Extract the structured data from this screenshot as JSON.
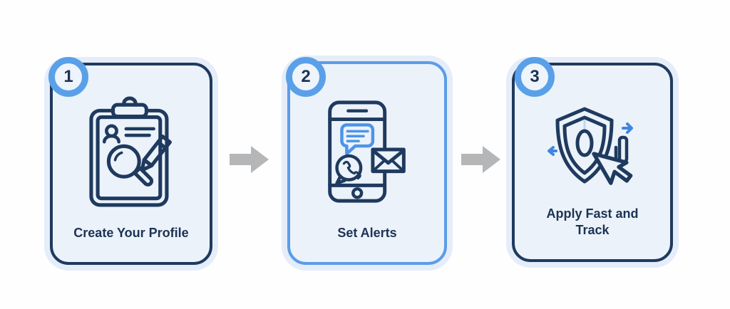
{
  "figure": {
    "type": "three-step-process-infographic",
    "background_color": "#fefefe"
  },
  "colors": {
    "icon_navy": "#1f3a5e",
    "accent_blue": "#4d94e8",
    "badge_ring_blue": "#5aa0e8",
    "badge_fill": "#eef4fc",
    "card_fill": "#ebf2fa",
    "card_halo": "#e4edf9",
    "card_border_dark": "#1f3a5e",
    "card_border_blue": "#5b9ce7",
    "connector_gray": "#b5b6b8",
    "label_text": "#1c3353"
  },
  "steps": [
    {
      "number": "1",
      "label": "Create Your Profile",
      "icon": "clipboard-profile-search-pencil-icon",
      "border_color": "#1f3a5e"
    },
    {
      "number": "2",
      "label": "Set Alerts",
      "icon": "smartphone-chat-call-mail-icon",
      "border_color": "#5b9ce7"
    },
    {
      "number": "3",
      "label": "Apply Fast and Track",
      "icon": "shield-cursor-track-icon",
      "border_color": "#1f3a5e"
    }
  ],
  "connectors": [
    {
      "icon": "right-arrow-icon",
      "color": "#b5b6b8"
    },
    {
      "icon": "right-arrow-icon",
      "color": "#b5b6b8"
    }
  ]
}
